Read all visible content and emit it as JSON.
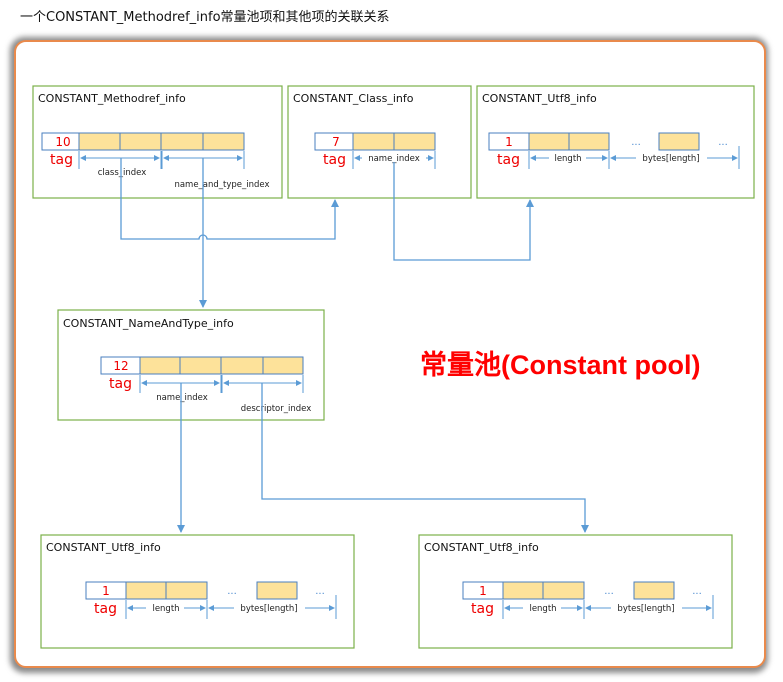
{
  "page_title": "一个CONSTANT_Methodref_info常量池项和其他项的关联关系",
  "pool_label": "常量池(Constant pool)",
  "colors": {
    "panel_border": "#e98a4c",
    "box_border": "#7bb04a",
    "cell_border": "#4a7fbf",
    "cell_fill": "#fde29a",
    "arrow": "#5b9bd5",
    "tag_red": "#ee0000"
  },
  "boxes": {
    "methodref": {
      "title": "CONSTANT_Methodref_info",
      "tag_value": "10",
      "tag_label": "tag",
      "spans": [
        "class_index",
        "name_and_type_index"
      ]
    },
    "class_info": {
      "title": "CONSTANT_Class_info",
      "tag_value": "7",
      "tag_label": "tag",
      "spans": [
        "name_index"
      ]
    },
    "utf8_top": {
      "title": "CONSTANT_Utf8_info",
      "tag_value": "1",
      "tag_label": "tag",
      "ellipsis": "...",
      "spans": [
        "length",
        "bytes[length]"
      ]
    },
    "name_and_type": {
      "title": "CONSTANT_NameAndType_info",
      "tag_value": "12",
      "tag_label": "tag",
      "spans": [
        "name_index",
        "descriptor_index"
      ]
    },
    "utf8_bottom_left": {
      "title": "CONSTANT_Utf8_info",
      "tag_value": "1",
      "tag_label": "tag",
      "ellipsis": "...",
      "spans": [
        "length",
        "bytes[length]"
      ]
    },
    "utf8_bottom_right": {
      "title": "CONSTANT_Utf8_info",
      "tag_value": "1",
      "tag_label": "tag",
      "ellipsis": "...",
      "spans": [
        "length",
        "bytes[length]"
      ]
    }
  },
  "connections": [
    {
      "from": "CONSTANT_Methodref_info.class_index",
      "to": "CONSTANT_Class_info"
    },
    {
      "from": "CONSTANT_Methodref_info.name_and_type_index",
      "to": "CONSTANT_NameAndType_info"
    },
    {
      "from": "CONSTANT_Class_info.name_index",
      "to": "CONSTANT_Utf8_info"
    },
    {
      "from": "CONSTANT_NameAndType_info.name_index",
      "to": "CONSTANT_Utf8_info"
    },
    {
      "from": "CONSTANT_NameAndType_info.descriptor_index",
      "to": "CONSTANT_Utf8_info"
    }
  ]
}
